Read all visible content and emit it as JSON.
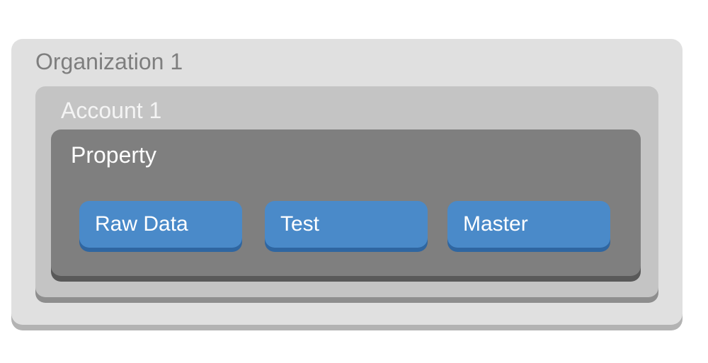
{
  "organization": {
    "label": "Organization 1",
    "account": {
      "label": "Account 1",
      "property": {
        "label": "Property",
        "views": [
          {
            "label": "Raw Data"
          },
          {
            "label": "Test"
          },
          {
            "label": "Master"
          }
        ]
      }
    }
  },
  "colors": {
    "organization_bg": "#e0e0e0",
    "account_bg": "#c4c4c4",
    "property_bg": "#7f7f7f",
    "view_bg": "#4a8ac9"
  }
}
